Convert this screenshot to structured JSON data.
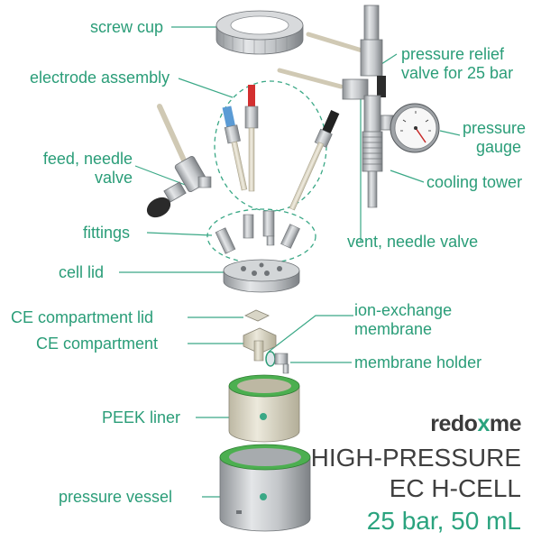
{
  "colors": {
    "label": "#2a9d78",
    "leader": "#3aa886",
    "title": "#3f3f3f",
    "accent": "#2aa37e",
    "metal": "#b9bcbf",
    "peek": "#dedbc9",
    "green_gasket": "#4caf50"
  },
  "labels": {
    "screw_cup": "screw cup",
    "electrode_assembly": "electrode assembly",
    "feed_valve_1": "feed, needle",
    "feed_valve_2": "valve",
    "fittings": "fittings",
    "cell_lid": "cell lid",
    "ce_lid": "CE compartment lid",
    "ce_compartment": "CE compartment",
    "peek_liner": "PEEK liner",
    "pressure_vessel": "pressure vessel",
    "relief_1": "pressure relief",
    "relief_2": "valve for 25 bar",
    "gauge_1": "pressure",
    "gauge_2": "gauge",
    "cooling_tower": "cooling tower",
    "vent_valve": "vent, needle valve",
    "membrane_1": "ion-exchange",
    "membrane_2": "membrane",
    "membrane_holder": "membrane holder"
  },
  "brand": {
    "part1": "redo",
    "part2": "x",
    "part3": "me"
  },
  "title": {
    "line1": "HIGH-PRESSURE",
    "line2": "EC H-CELL",
    "line3": "25 bar, 50 mL"
  }
}
